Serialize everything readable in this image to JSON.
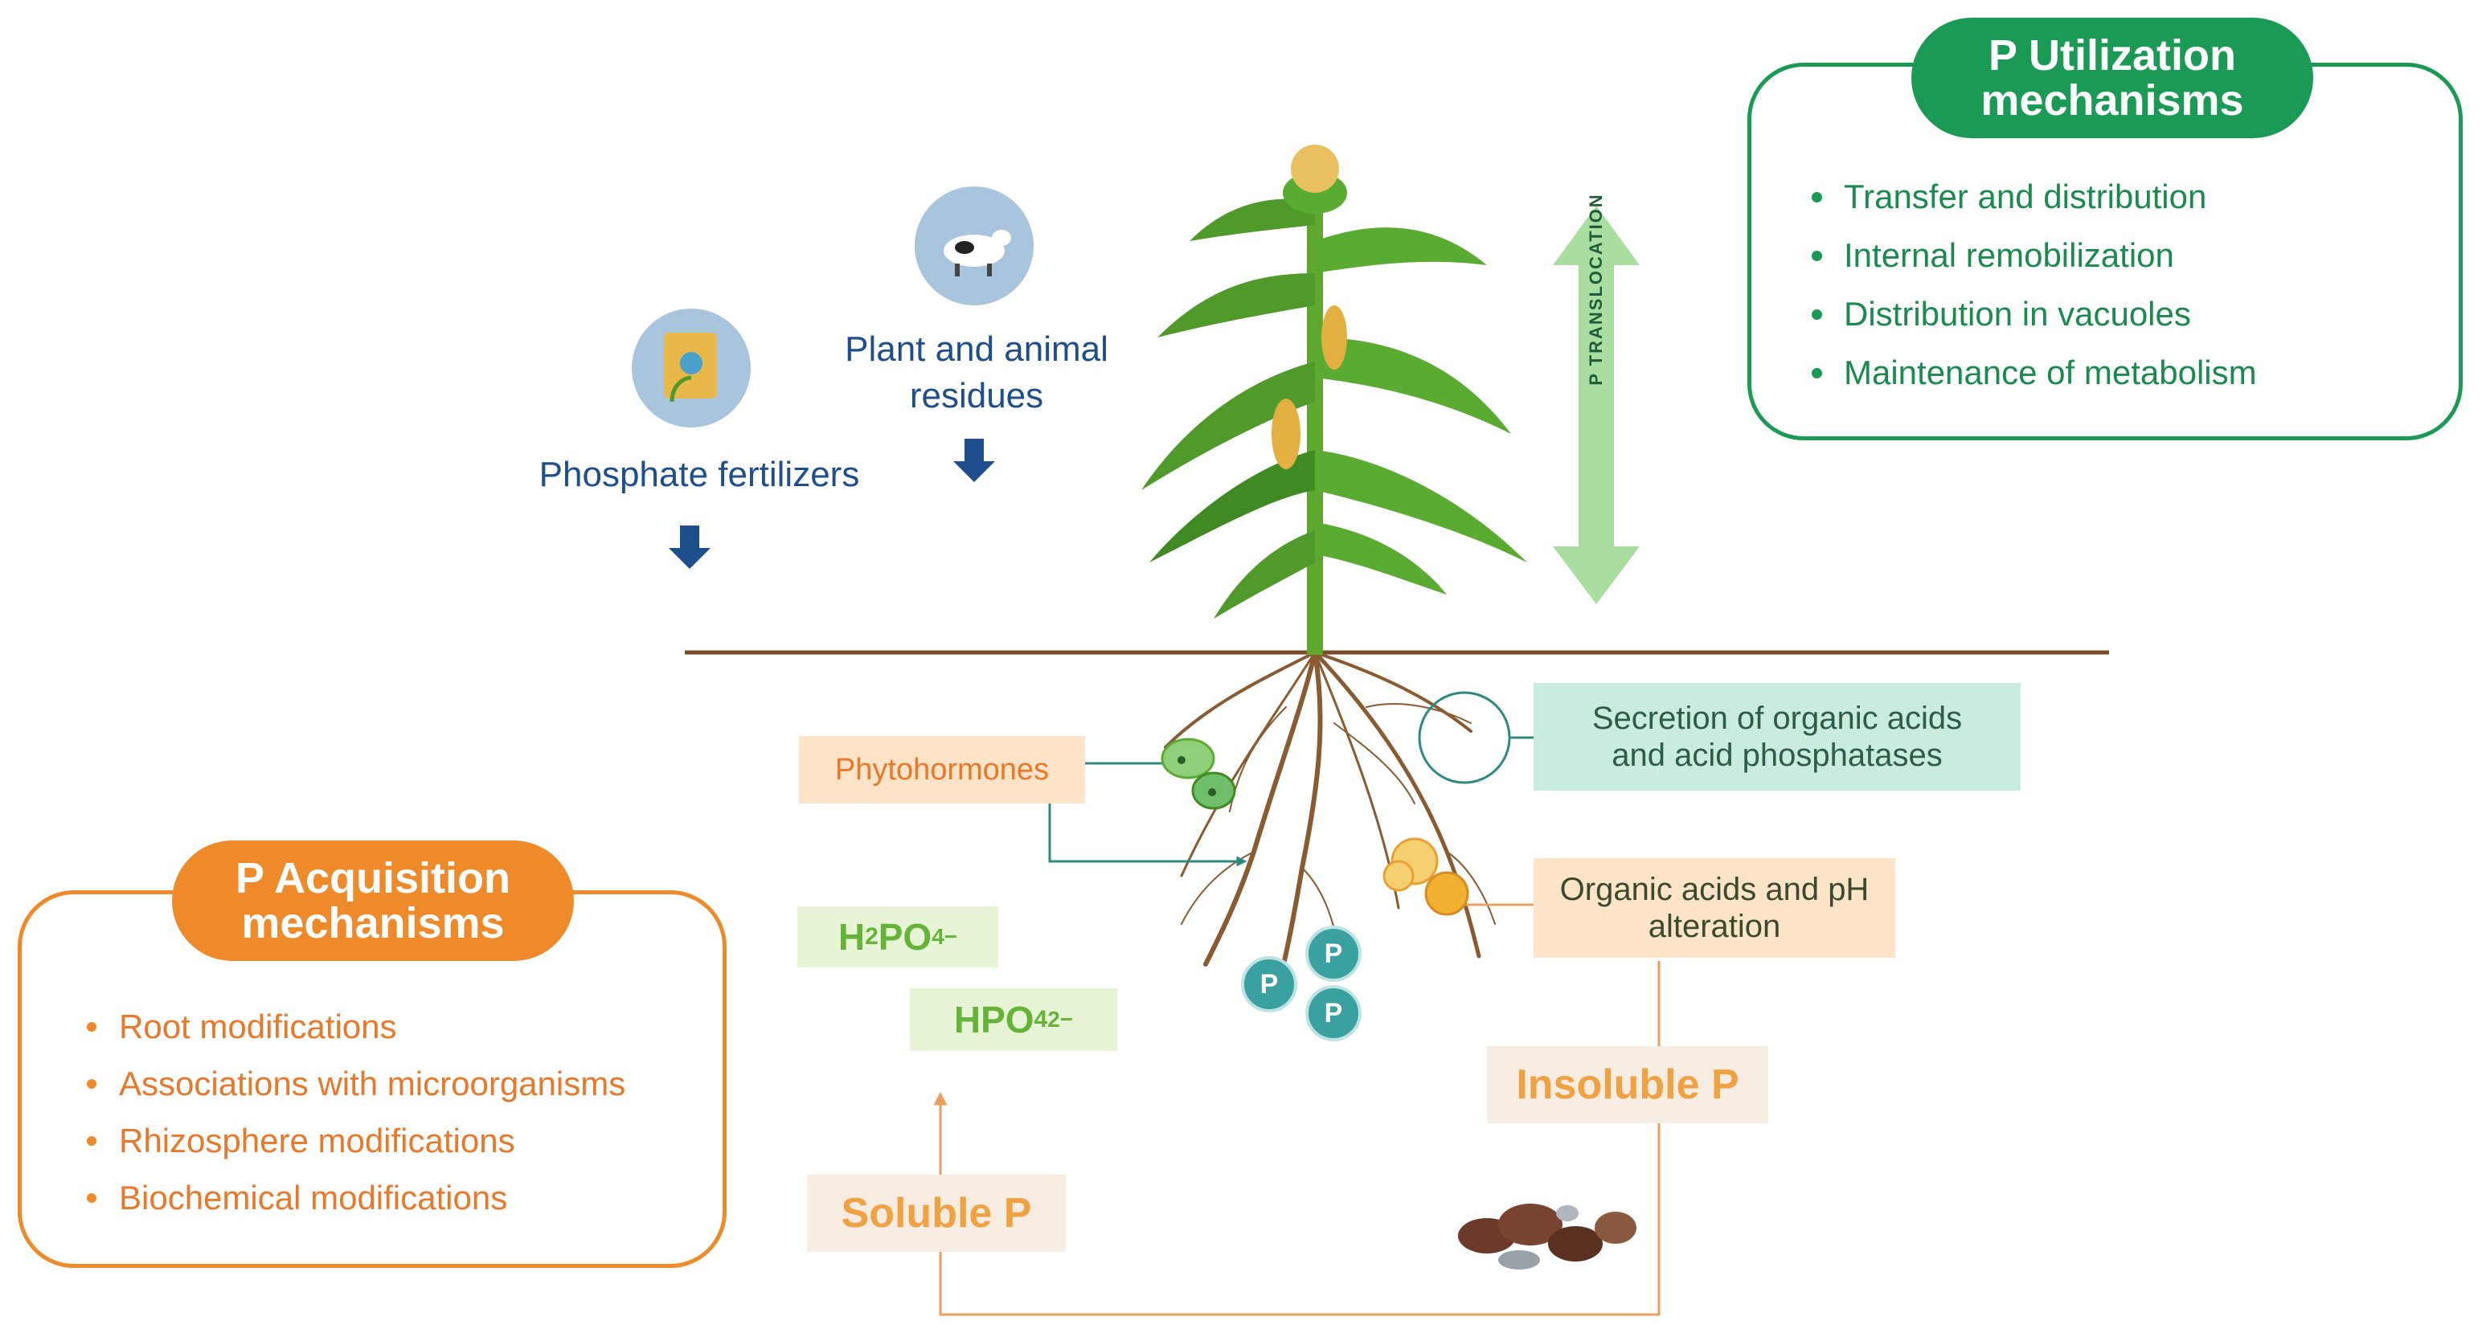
{
  "utilization": {
    "title_line1": "P Utilization",
    "title_line2": "mechanisms",
    "items": [
      "Transfer and distribution",
      "Internal remobilization",
      "Distribution in vacuoles",
      "Maintenance of metabolism"
    ]
  },
  "acquisition": {
    "title_line1": "P Acquisition",
    "title_line2": "mechanisms",
    "items": [
      "Root modifications",
      "Associations with microorganisms",
      "Rhizosphere modifications",
      "Biochemical modifications"
    ]
  },
  "inputs": {
    "fertilizer_label": "Phosphate fertilizers",
    "residues_line1": "Plant and animal",
    "residues_line2": "residues"
  },
  "translocation_label": "P TRANSLOCATION",
  "labels": {
    "phytohormones": "Phytohormones",
    "secretion_line1": "Secretion of organic acids",
    "secretion_line2": "and acid phosphatases",
    "organic_acids_line1": "Organic acids and pH",
    "organic_acids_line2": "alteration",
    "insoluble_p": "Insoluble P",
    "soluble_p": "Soluble P",
    "phosphate_symbol": "P"
  },
  "ions": {
    "h2po4": {
      "base": "H",
      "sub1": "2",
      "mid": "PO",
      "sup": "4−"
    },
    "hpo4": {
      "base": "HPO",
      "sub": "4",
      "sup": "2−"
    }
  },
  "colors": {
    "utilization_green": "#1a9a55",
    "acquisition_orange": "#ee8a2a",
    "input_blue": "#1f4e8c",
    "soil_line": "#7a4a2a",
    "phosphate_teal": "#3aa0a0"
  }
}
